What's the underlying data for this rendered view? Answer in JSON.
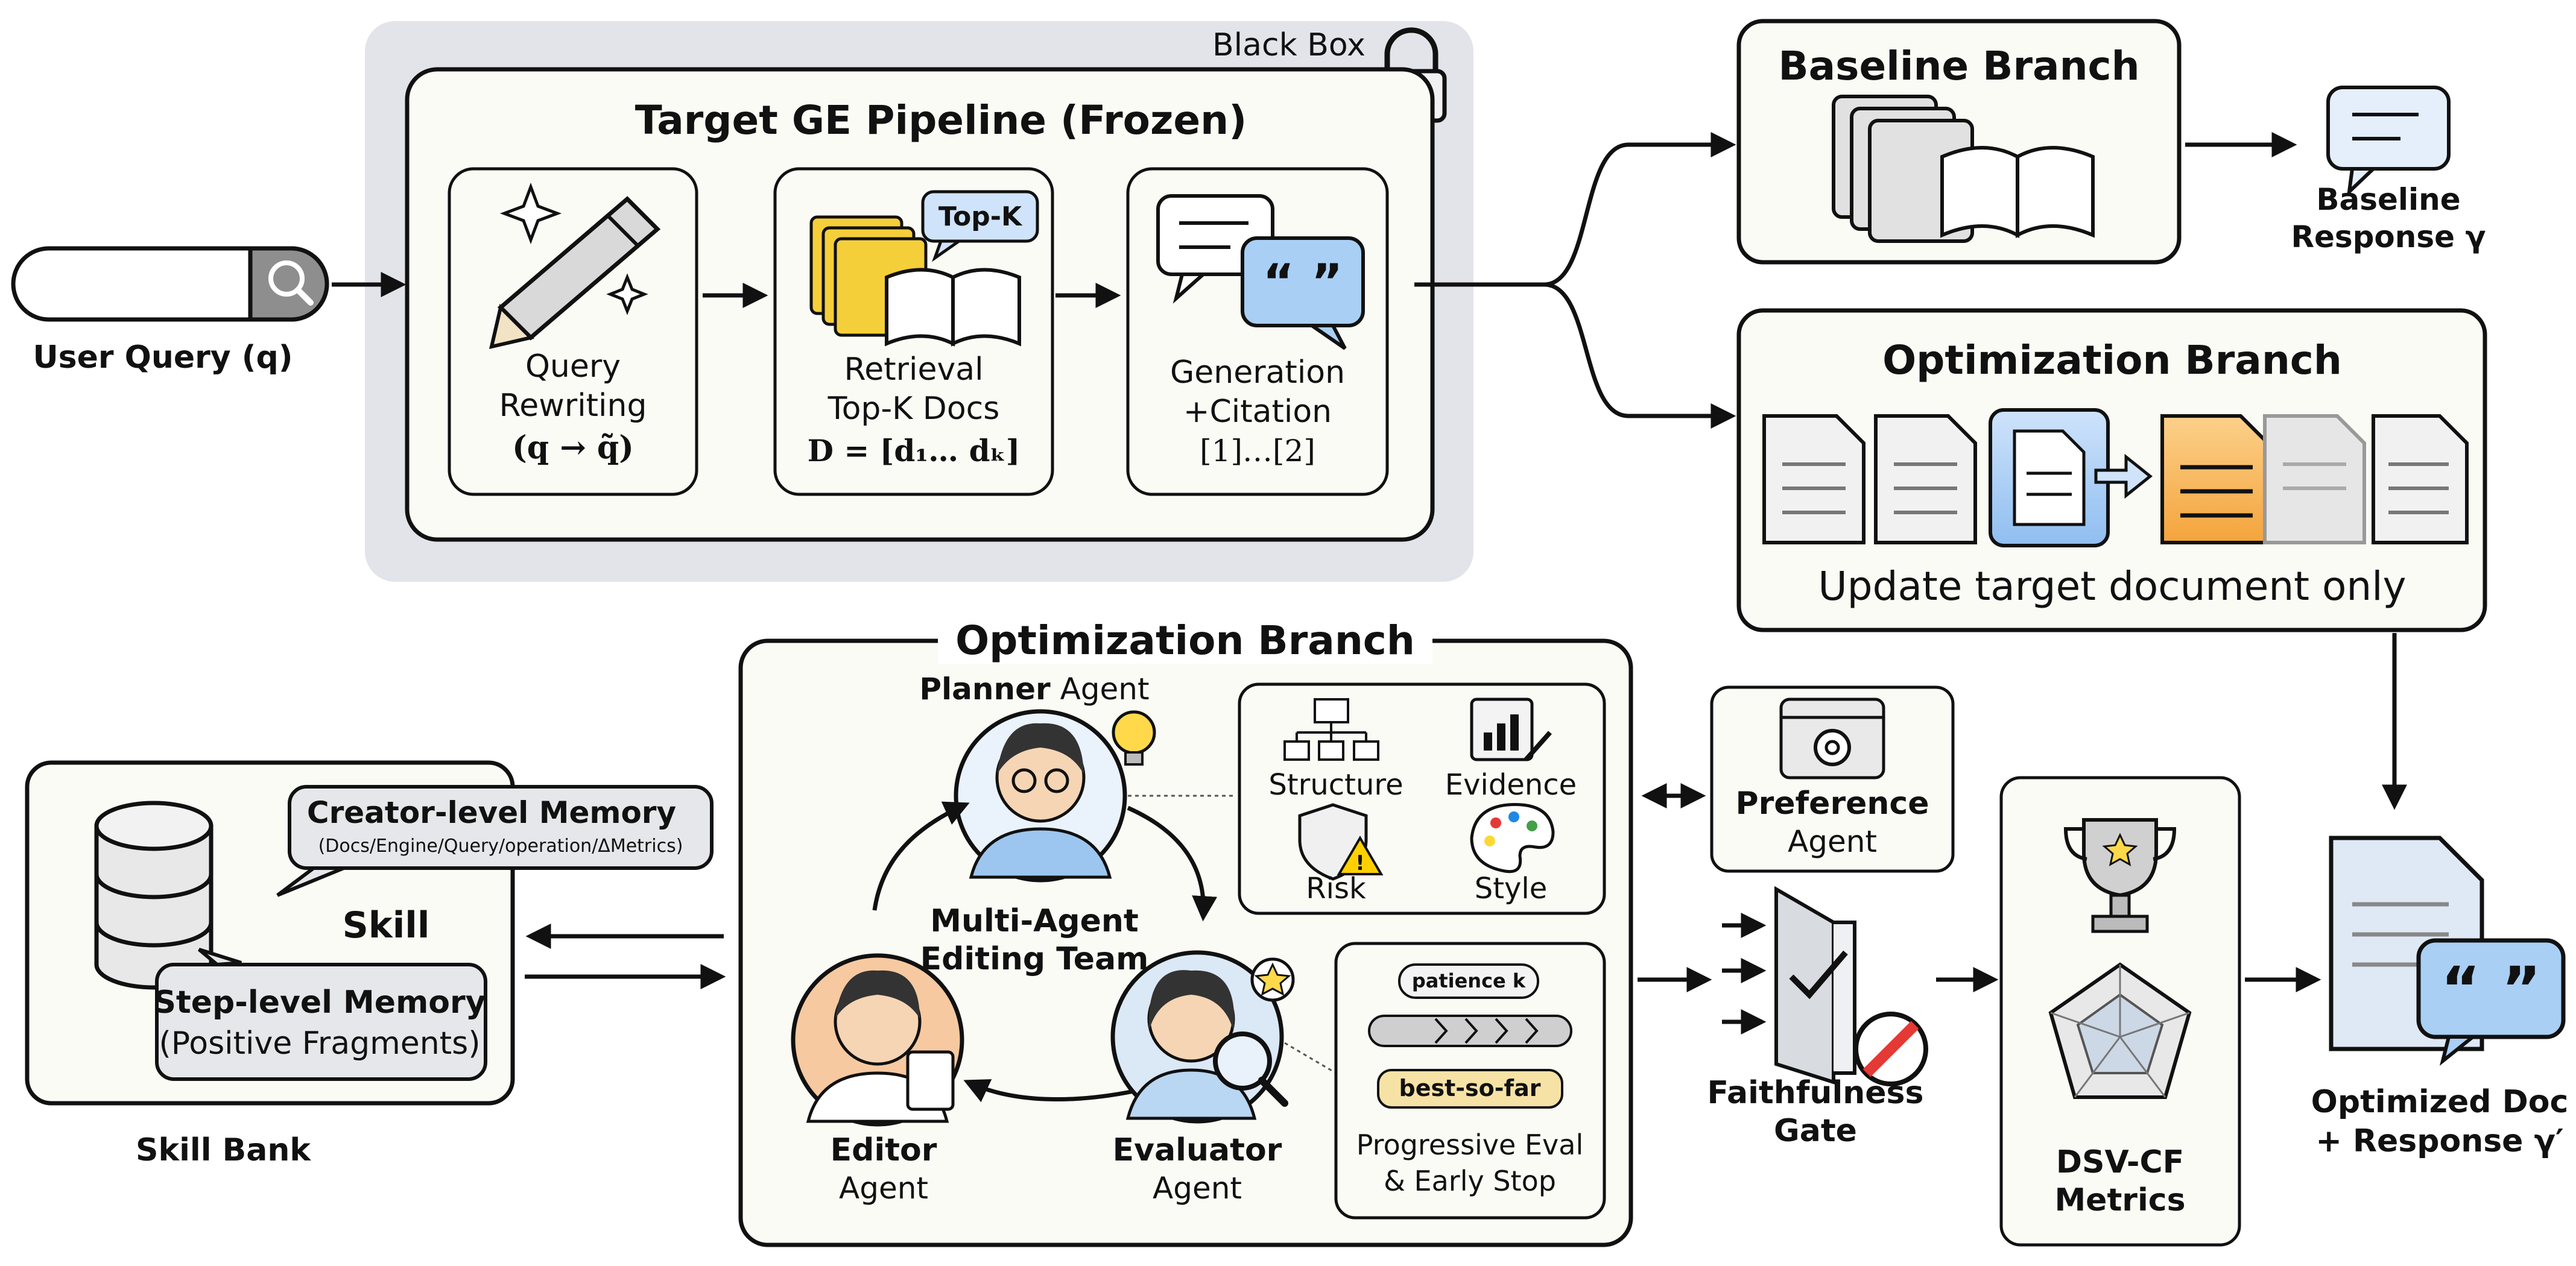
{
  "black_box": {
    "label": "Black Box"
  },
  "pipeline": {
    "title": "Target GE Pipeline (Frozen)",
    "query_rewriting": {
      "line1": "Query",
      "line2": "Rewriting",
      "formula": "(q → q̃)"
    },
    "retrieval": {
      "line1": "Retrieval",
      "line2": "Top-K Docs",
      "formula": "D = [d₁… dₖ]",
      "badge": "Top-K"
    },
    "generation": {
      "line1": "Generation",
      "line2": "+Citation",
      "formula": "[1]…[2]"
    }
  },
  "user_query": {
    "label": "User Query (q)"
  },
  "baseline_branch": {
    "title": "Baseline Branch"
  },
  "baseline_response": {
    "line1": "Baseline",
    "line2": "Response γ"
  },
  "optimization_branch_top": {
    "title": "Optimization Branch",
    "caption": "Update target document only"
  },
  "optimization_branch_main": {
    "title": "Optimization Branch",
    "planner": {
      "name": "Planner",
      "role": "Agent"
    },
    "team": {
      "line1": "Multi-Agent",
      "line2": "Editing Team"
    },
    "editor": {
      "name": "Editor",
      "role": "Agent"
    },
    "evaluator": {
      "name": "Evaluator",
      "role": "Agent"
    },
    "dimensions": {
      "structure": "Structure",
      "evidence": "Evidence",
      "risk": "Risk",
      "style": "Style"
    },
    "progressive": {
      "patience": "patience k",
      "best": "best-so-far",
      "line1": "Progressive Eval",
      "line2": "& Early Stop"
    }
  },
  "preference_agent": {
    "line1": "Preference",
    "line2": "Agent"
  },
  "skill_bank": {
    "label": "Skill Bank",
    "skill": "Skill",
    "creator_title": "Creator-level Memory",
    "creator_sub": "(Docs/Engine/Query/operation/ΔMetrics)",
    "step_title": "Step-level Memory",
    "step_sub": "(Positive Fragments)"
  },
  "faithfulness_gate": {
    "line1": "Faithfulness",
    "line2": "Gate"
  },
  "metrics": {
    "line1": "DSV-CF",
    "line2": "Metrics"
  },
  "optimized": {
    "line1": "Optimized Doc",
    "line2": "+ Response γ′"
  }
}
